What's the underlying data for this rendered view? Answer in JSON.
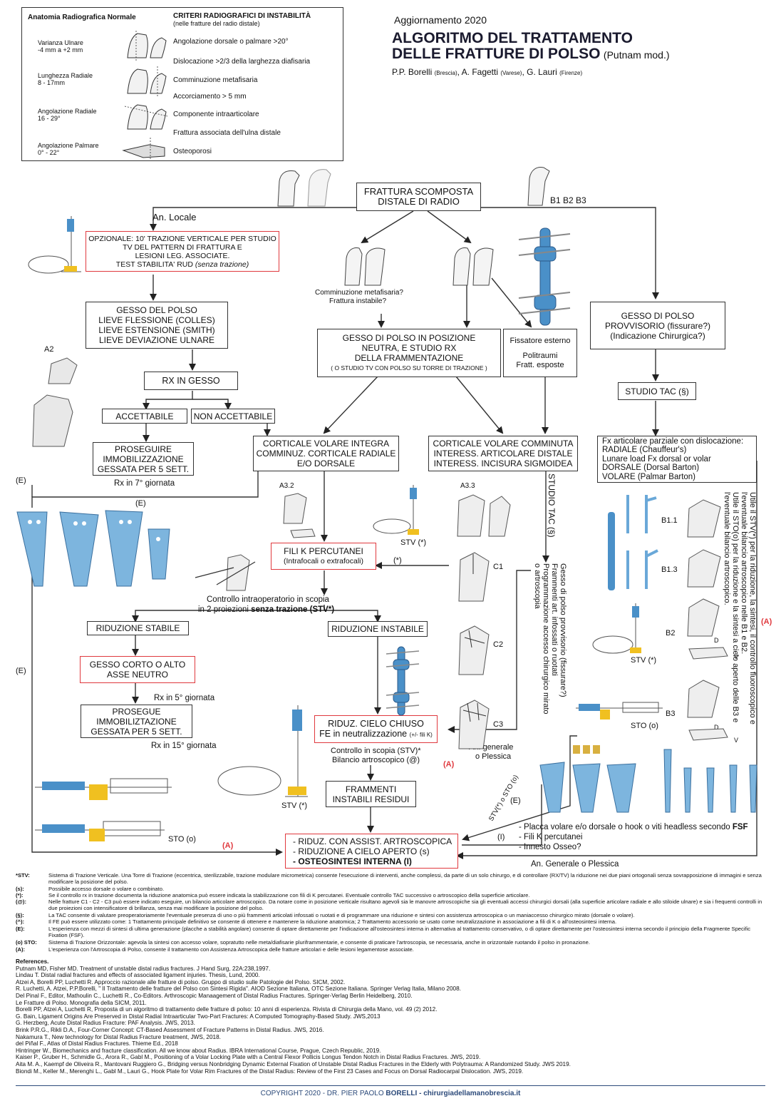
{
  "header": {
    "update": "Aggiornamento 2020",
    "title_line1": "ALGORITMO DEL TRATTAMENTO",
    "title_line2": "DELLE FRATTURE DI POLSO",
    "title_suffix": "(Putnam mod.)",
    "author1": "P.P. Borelli",
    "author1_city": "(Brescia)",
    "author2": "A. Fagetti",
    "author2_city": "(Varese)",
    "author3": "G. Lauri",
    "author3_city": "(Firenze)"
  },
  "legend_box": {
    "left_title": "Anatomia Radiografica Normale",
    "right_title": "CRITERI RADIOGRAFICI DI INSTABILITÀ",
    "right_subtitle": "(nelle fratture del radio distale)",
    "anatomy": [
      {
        "label": "Varianza Ulnare",
        "value": "-4 mm a +2 mm"
      },
      {
        "label": "Lunghezza Radiale",
        "value": "8 - 17mm"
      },
      {
        "label": "Angolazione Radiale",
        "value": "16 - 29°"
      },
      {
        "label": "Angolazione Palmare",
        "value": "0° - 22°"
      }
    ],
    "criteria": [
      "Angolazione dorsale o palmare >20°",
      "Dislocazione >2/3 della larghezza diafisaria",
      "Comminuzione metafisaria",
      "Accorciamento > 5 mm",
      "Componente intraarticolare",
      "Frattura associata dell'ulna distale",
      "Osteoporosi"
    ]
  },
  "flow": {
    "start": [
      "FRATTURA SCOMPOSTA",
      "DISTALE DI RADIO"
    ],
    "an_locale": "An. Locale",
    "b_types": "B1  B2  B3",
    "optional": [
      "OPZIONALE: 10' TRAZIONE VERTICALE PER STUDIO",
      "TV DEL PATTERN DI FRATTURA E",
      "LESIONI LEG. ASSOCIATE."
    ],
    "optional_test": "TEST STABILITA' RUD",
    "optional_test_note": "(senza trazione)",
    "comminution_question": [
      "Comminuzione metafisaria?",
      "Frattura instabile?"
    ],
    "gesso_polso": [
      "GESSO DEL POLSO",
      "LIEVE FLESSIONE (COLLES)",
      "LIEVE ESTENSIONE (SMITH)",
      "LIEVE DEVIAZIONE ULNARE"
    ],
    "gesso_neutra": [
      "GESSO DI POLSO IN POSIZIONE",
      "NEUTRA, E STUDIO RX",
      "DELLA FRAMMENTAZIONE"
    ],
    "gesso_neutra_note": "( O STUDIO TV CON POLSO SU TORRE DI TRAZIONE )",
    "fissatore": [
      "Fissatore esterno",
      "Politraumi",
      "Fratt. esposte"
    ],
    "gesso_provvisorio": [
      "GESSO DI POLSO",
      "PROVVISORIO (fissurare?)",
      "(Indicazione Chirurgica?)"
    ],
    "rx_gesso": "RX IN GESSO",
    "accettabile": "ACCETTABILE",
    "non_accettabile": "NON ACCETTABILE",
    "studio_tac": "STUDIO TAC (§)",
    "proseguire": [
      "PROSEGUIRE",
      "IMMOBILIZZAZIONE",
      "GESSATA PER 5 SETT."
    ],
    "rx_7": "Rx  in 7° giornata",
    "corticale_integra": [
      "CORTICALE VOLARE INTEGRA",
      "COMMINUZ. CORTICALE RADIALE",
      "E/O DORSALE"
    ],
    "corticale_comminuta": [
      "CORTICALE VOLARE COMMINUTA",
      "INTERESS. ARTICOLARE DISTALE",
      "INTERESS. INCISURA SIGMOIDEA"
    ],
    "fx_articolare": [
      "Fx articolare parziale con dislocazione:",
      "RADIALE (Chauffeur's)",
      "Lunare load Fx dorsal or volar",
      "DORSALE (Dorsal Barton)",
      "VOLARE (Palmar Barton)"
    ],
    "fili_k": "FILI K PERCUTANEI",
    "fili_k_note": "(Intrafocali o extrafocali)",
    "controllo_intra": "Controllo intraoperatorio in scopia",
    "controllo_intra2": "in 2 proiezioni",
    "controllo_intra_bold": "senza trazione (STV*)",
    "riduzione_stabile": "RIDUZIONE STABILE",
    "riduzione_instabile": "RIDUZIONE INSTABILE",
    "gesso_corto": [
      "GESSO CORTO O ALTO",
      "ASSE NEUTRO"
    ],
    "rx_5": "Rx  in 5° giornata",
    "prosegue": [
      "PROSEGUE",
      "IMMOBILIZTAZIONE",
      "GESSATA PER 5 SETT."
    ],
    "rx_15": "Rx  in 15° giornata",
    "riduz_cielo": "RIDUZ. CIELO CHIUSO",
    "fe_neutral": "FE in neutralizzazione",
    "fe_note": "(+/- fili K)",
    "controllo_scopia": "Controllo in scopia (STV)*",
    "bilancio": "Bilancio artroscopico (@)",
    "frammenti": [
      "FRAMMENTI",
      "INSTABILI RESIDUI"
    ],
    "final": [
      "- RIDUZ. CON ASSIST. ARTROSCOPICA",
      "- RIDUZIONE A CIELO APERTO (s)"
    ],
    "final_bold": "- OSTEOSINTESI INTERNA (I)",
    "placca": "- Placca volare e/o dorsale o hook o viti headless secondo",
    "placca_bold": "FSF",
    "fili_k_perc": "- Fili K percutanei",
    "innesto": "- Innesto Osseo?",
    "i_label": "(I)",
    "an_generale": "An. generale",
    "o_plessica": "o Plessica",
    "an_generale2": "An. Generale o Plessica",
    "stv_sto": "STV(*) o STO (o)",
    "studio_tac_vert": "STUDIO TAC (§)",
    "gesso_prov_vert": [
      "Gesso di polso provvisorio (fissurare?)",
      "Frammenti art. infossati o ruotati",
      "Programmazione accesso chirurgico mirato",
      "o artroscopia"
    ],
    "utile_vert": [
      "Utile il STV(*) per la riduzione, la sintesi, il controllo fluoroscopico e",
      "l'eventuale bilancio artroscopico nelle B1 e B2.",
      "Utile il STO(o) per la riduzione e la sintesi a cielo aperto delle B3 e",
      "l'eventuale bilancio artroscopico."
    ],
    "labels": {
      "A2": "A2",
      "A3_2": "A3.2",
      "A3_3": "A3.3",
      "C1": "C1",
      "C2": "C2",
      "C3": "C3",
      "B1_1": "B1.1",
      "B1_3": "B1.3",
      "B2": "B2",
      "B3": "B3",
      "D": "D",
      "V": "V",
      "E": "(E)",
      "A": "(A)",
      "star": "(*)",
      "stv": "STV (*)",
      "sto": "STO (o)"
    }
  },
  "footnotes": [
    {
      "k": "*STV:",
      "v": "Sistema di Trazione Verticale. Una Torre di Trazione (eccentrica, sterilizzabile, trazione modulare micrometrica) consente l'esecuzione di interventi, anche complessi, da parte di un solo chirurgo, e di controllare (RX/TV) la riduzione nei due piani ortogonali senza sovrapposizione di immagini e senza modificare la posizione del polso."
    },
    {
      "k": "(s):",
      "v": "Possibile accesso dorsale o volare o combinato."
    },
    {
      "k": "(*):",
      "v": "Se il controllo rx in trazione documenta la riduzione anatomica può essere indicata la stabilizzazione con fili di K percutanei. Eventuale controllo TAC successivo o artroscopico della superficie articolare."
    },
    {
      "k": "(@):",
      "v": "Nelle fratture C1 - C2 - C3 può essere indicato eseguire, un bilancio articolare artroscopico. Da notare come in posizione verticale risultano agevoli sia le manovre artroscopiche sia gli eventuali accessi chirurgici dorsali (alla superficie articolare radiale e allo stiloide ulnare) e sia i frequenti controlli in due proiezioni con intensificatore di brillanza, senza mai modificare la posizione del polso."
    },
    {
      "k": "(§):",
      "v": "La TAC consente di valutare preoperatoriamente l'eventuale presenza di uno o più frammenti articolati infossati o ruotati e di programmare una riduzione e sintesi con assistenza artroscopica o un maniaccesso chirurgico mirato (dorsale o volare)."
    },
    {
      "k": "(^):",
      "v": "Il FE può essere utilizzato come: 1 Trattamento principale definitivo se consente di ottenere e mantenere la riduzione anatomica; 2 Trattamento accessorio se usato come neutralizzazione in associazione a fili di K o all'osteosintesi interna."
    },
    {
      "k": "(E):",
      "v": "L'esperienza con mezzi di sintesi di ultima generazione (placche a stabilità angolare) consente di optare direttamente per l'indicazione all'osteosintesi interna in alternativa al trattamento conservativo, o di optare direttamente per l'osteosintesi interna secondo il principio della Fragmente Specific Fixation (FSF)."
    },
    {
      "k": "(o) STO:",
      "v": "Sistema di Trazione Orizzontale: agevola la sintesi con accesso volare, sopratutto nelle meta/diafisarie pluriframmentarie, e consente di praticare l'artroscopia, se necessaria, anche in orizzontale ruotando il polso in pronazione."
    },
    {
      "k": "(A):",
      "v": "L'esperienza con l'Artroscopia di Polso, consente il trattamento con Assistenza Artroscopica  delle  fratture articolari e delle lesioni legamentose associate."
    }
  ],
  "references_title": "References.",
  "references": [
    "Putnam MD, Fisher MD. Treatment of unstable distal radius fractures. J Hand Surg, 22A:238,1997.",
    "Lindau T. Distal radial fractures and effects of associated ligament injuries. Thesis, Lund, 2000.",
    "Atzei A, Borelli PP, Luchetti R. Approccio razionale alle fratture di polso. Gruppo di studio sulle Patologie del Polso. SICM, 2002.",
    "R. Luchetti, A. Atzei, P.P.Borelli, \" Il Trattamento delle fratture del Polso con Sintesi Rigida\". AIOD Sezione Italiana, OTC Sezione Italiana. Springer Verlag Italia, Milano 2008.",
    "Del Pinal F., Editor, Mathoulin C., Luchetti R., Co-Editors. Arthroscopic Manaagement of Distal Radius Fractures. Springer-Verlag Berlin Heidelberg, 2010.",
    "Le Fratture di Polso. Monografia della SICM, 2011.",
    "Borelli PP, Atzei A, Luchetti R, Proposta di un algoritmo di trattamento delle fratture di polso: 10 anni di esperienza. Rivista di Chirurgia della Mano, vol. 49 (2) 2012.",
    "G. Bain, Ligament Origins Are Preserved in Distal Radial Intraarticular Two-Part Fractures: A Computed Tomography-Based Study. JWS,2013",
    "G. Herzberg, Acute Distal Radius Fracture: PAF Analysis. JWS, 2013.",
    "Brink P.R.G., Rikli D.A., Four-Corner Concept: CT-Based Assessment of Fracture Patterns in Distal Radius. JWS, 2016.",
    "Nakamura T., New technology for Distal Radius Fracture treatment, JWS, 2018.",
    "del Piñal F., Atlas of Distal Radius Fractures. Thieme Ed., 2018",
    "Hintringer W., Biomechanics and fracture classification. All we know about Radius. IBRA International Course,  Prague, Czech Republic, 2019.",
    "Kaiser P.,  Gruber H., Schmidle G., Arora R., Gabl M., Positioning of a Volar Locking Plate with a Central Flexor Pollicis Longus Tendon Notch in Distal Radius Fractures. JWS, 2019.",
    "Aita M. A., Kaempf de Oliveira R., Mantovani Ruggiero G., Bridging versus Nonbridging Dynamic External Fixation of Unstable Distal Radius Fractures in the Elderly with Polytrauma: A Randomized Study. JWS 2019.",
    "Biondi M.,  Keller M., Merenghi L., Gabl M., Lauri G., Hook Plate for Volar Rim Fractures of the Distal Radius: Review of the First 23 Cases and Focus on Dorsal Radiocarpal Dislocation. JWS, 2019."
  ],
  "copyright": "COPYRIGHT 2020 - DR. PIER PAOLO",
  "copyright_bold": "BORELLI - chirurgiadellamanobrescia.it",
  "colors": {
    "red": "#e0393e",
    "blue": "#4a90c8",
    "navy": "#2c4a7a"
  }
}
